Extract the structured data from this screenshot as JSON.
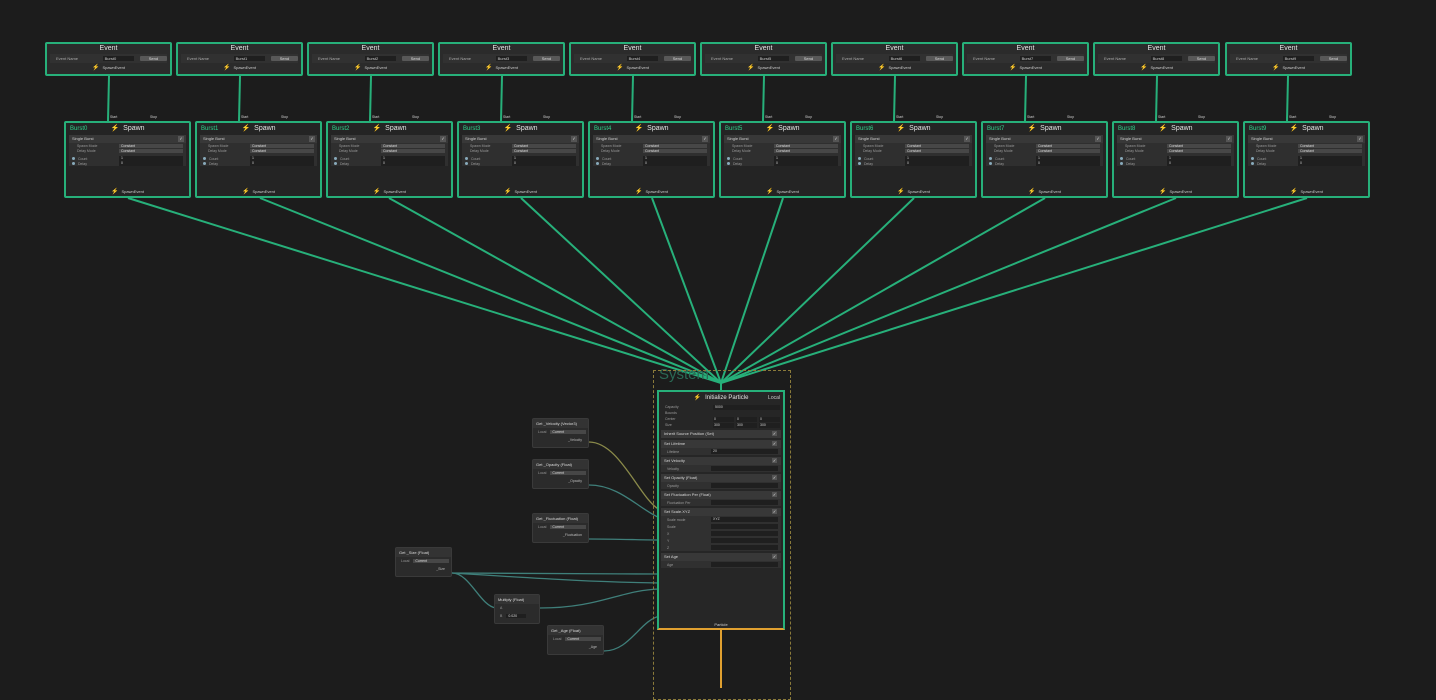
{
  "colors": {
    "background": "#1c1c1c",
    "spawn_wire": "#27b07a",
    "float_wire": "#3f7f7a",
    "vector_wire": "#8a8a4a",
    "particle_wire": "#e0a030"
  },
  "event_nodes": [
    {
      "title": "Event",
      "field_label": "Event Name",
      "event_name": "Burst0",
      "button": "Send",
      "output": "SpawnEvent"
    },
    {
      "title": "Event",
      "field_label": "Event Name",
      "event_name": "Burst1",
      "button": "Send",
      "output": "SpawnEvent"
    },
    {
      "title": "Event",
      "field_label": "Event Name",
      "event_name": "Burst2",
      "button": "Send",
      "output": "SpawnEvent"
    },
    {
      "title": "Event",
      "field_label": "Event Name",
      "event_name": "Burst3",
      "button": "Send",
      "output": "SpawnEvent"
    },
    {
      "title": "Event",
      "field_label": "Event Name",
      "event_name": "Burst4",
      "button": "Send",
      "output": "SpawnEvent"
    },
    {
      "title": "Event",
      "field_label": "Event Name",
      "event_name": "Burst5",
      "button": "Send",
      "output": "SpawnEvent"
    },
    {
      "title": "Event",
      "field_label": "Event Name",
      "event_name": "Burst6",
      "button": "Send",
      "output": "SpawnEvent"
    },
    {
      "title": "Event",
      "field_label": "Event Name",
      "event_name": "Burst7",
      "button": "Send",
      "output": "SpawnEvent"
    },
    {
      "title": "Event",
      "field_label": "Event Name",
      "event_name": "Burst8",
      "button": "Send",
      "output": "SpawnEvent"
    },
    {
      "title": "Event",
      "field_label": "Event Name",
      "event_name": "Burst9",
      "button": "Send",
      "output": "SpawnEvent"
    }
  ],
  "spawn_port_labels": {
    "start": "Start",
    "stop": "Stop"
  },
  "spawn_nodes": [
    {
      "name": "Burst0",
      "title": "Spawn",
      "block": "Single Burst",
      "spawn_mode_label": "Spawn Mode",
      "delay_mode_label": "Delay Mode",
      "spawn_mode": "Constant",
      "delay_mode": "Constant",
      "count_label": "Count",
      "count": "1",
      "delay_label": "Delay",
      "delay": "0",
      "output": "SpawnEvent"
    },
    {
      "name": "Burst1",
      "title": "Spawn",
      "block": "Single Burst",
      "spawn_mode_label": "Spawn Mode",
      "delay_mode_label": "Delay Mode",
      "spawn_mode": "Constant",
      "delay_mode": "Constant",
      "count_label": "Count",
      "count": "1",
      "delay_label": "Delay",
      "delay": "0",
      "output": "SpawnEvent"
    },
    {
      "name": "Burst2",
      "title": "Spawn",
      "block": "Single Burst",
      "spawn_mode_label": "Spawn Mode",
      "delay_mode_label": "Delay Mode",
      "spawn_mode": "Constant",
      "delay_mode": "Constant",
      "count_label": "Count",
      "count": "1",
      "delay_label": "Delay",
      "delay": "0",
      "output": "SpawnEvent"
    },
    {
      "name": "Burst3",
      "title": "Spawn",
      "block": "Single Burst",
      "spawn_mode_label": "Spawn Mode",
      "delay_mode_label": "Delay Mode",
      "spawn_mode": "Constant",
      "delay_mode": "Constant",
      "count_label": "Count",
      "count": "1",
      "delay_label": "Delay",
      "delay": "0",
      "output": "SpawnEvent"
    },
    {
      "name": "Burst4",
      "title": "Spawn",
      "block": "Single Burst",
      "spawn_mode_label": "Spawn Mode",
      "delay_mode_label": "Delay Mode",
      "spawn_mode": "Constant",
      "delay_mode": "Constant",
      "count_label": "Count",
      "count": "1",
      "delay_label": "Delay",
      "delay": "0",
      "output": "SpawnEvent"
    },
    {
      "name": "Burst5",
      "title": "Spawn",
      "block": "Single Burst",
      "spawn_mode_label": "Spawn Mode",
      "delay_mode_label": "Delay Mode",
      "spawn_mode": "Constant",
      "delay_mode": "Constant",
      "count_label": "Count",
      "count": "1",
      "delay_label": "Delay",
      "delay": "0",
      "output": "SpawnEvent"
    },
    {
      "name": "Burst6",
      "title": "Spawn",
      "block": "Single Burst",
      "spawn_mode_label": "Spawn Mode",
      "delay_mode_label": "Delay Mode",
      "spawn_mode": "Constant",
      "delay_mode": "Constant",
      "count_label": "Count",
      "count": "1",
      "delay_label": "Delay",
      "delay": "0",
      "output": "SpawnEvent"
    },
    {
      "name": "Burst7",
      "title": "Spawn",
      "block": "Single Burst",
      "spawn_mode_label": "Spawn Mode",
      "delay_mode_label": "Delay Mode",
      "spawn_mode": "Constant",
      "delay_mode": "Constant",
      "count_label": "Count",
      "count": "1",
      "delay_label": "Delay",
      "delay": "0",
      "output": "SpawnEvent"
    },
    {
      "name": "Burst8",
      "title": "Spawn",
      "block": "Single Burst",
      "spawn_mode_label": "Spawn Mode",
      "delay_mode_label": "Delay Mode",
      "spawn_mode": "Constant",
      "delay_mode": "Constant",
      "count_label": "Count",
      "count": "1",
      "delay_label": "Delay",
      "delay": "0",
      "output": "SpawnEvent"
    },
    {
      "name": "Burst9",
      "title": "Spawn",
      "block": "Single Burst",
      "spawn_mode_label": "Spawn Mode",
      "delay_mode_label": "Delay Mode",
      "spawn_mode": "Constant",
      "delay_mode": "Constant",
      "count_label": "Count",
      "count": "1",
      "delay_label": "Delay",
      "delay": "0",
      "output": "SpawnEvent"
    }
  ],
  "system": {
    "title": "System",
    "initialize": {
      "title": "Initialize Particle",
      "mode": "Local",
      "capacity_label": "Capacity",
      "capacity": "5000",
      "bounds_label": "Bounds",
      "center_label": "Center",
      "center": [
        "0",
        "0",
        "0"
      ],
      "size_label": "Size",
      "size": [
        "300",
        "300",
        "300"
      ],
      "blocks": [
        {
          "title": "Inherit Source Position (Set)",
          "rows": []
        },
        {
          "title": "Set Lifetime",
          "rows": [
            {
              "label": "Lifetime",
              "value": "20"
            }
          ]
        },
        {
          "title": "Set Velocity",
          "rows": [
            {
              "label": "Velocity",
              "value": ""
            }
          ]
        },
        {
          "title": "Set Opacity  (Float)",
          "rows": [
            {
              "label": "Opacity",
              "value": ""
            }
          ]
        },
        {
          "title": "Set Fluctuation Per (Float)",
          "rows": [
            {
              "label": "Fluctuation Per",
              "value": ""
            }
          ]
        },
        {
          "title": "Set Scale.XYZ",
          "rows": [
            {
              "label": "Scale mode",
              "value": "XYZ"
            },
            {
              "label": "Scale",
              "value": ""
            },
            {
              "label": "X",
              "value": ""
            },
            {
              "label": "Y",
              "value": ""
            },
            {
              "label": "Z",
              "value": ""
            }
          ]
        },
        {
          "title": "Set Age",
          "rows": [
            {
              "label": "Age",
              "value": ""
            }
          ]
        }
      ],
      "output": "Particle"
    }
  },
  "get_nodes": {
    "velocity": {
      "title": "Get _Velocity (Vector3)",
      "space": "Local",
      "mode": "Current",
      "out": "_Velocity"
    },
    "opacity": {
      "title": "Get _Opacity (Float)",
      "space": "Local",
      "mode": "Current",
      "out": "_Opacity"
    },
    "fluctuation": {
      "title": "Get _Fluctuation (Float)",
      "space": "Local",
      "mode": "Current",
      "out": "_Fluctuation"
    },
    "size": {
      "title": "Get _Size (Float)",
      "space": "Local",
      "mode": "Current",
      "out": "_Size"
    },
    "age": {
      "title": "Get _Age (Float)",
      "space": "Local",
      "mode": "Current",
      "out": "_Age"
    }
  },
  "multiply_node": {
    "title": "Multiply (Float)",
    "a_label": "A",
    "b_label": "B",
    "b_value": "0.020",
    "out": ""
  }
}
